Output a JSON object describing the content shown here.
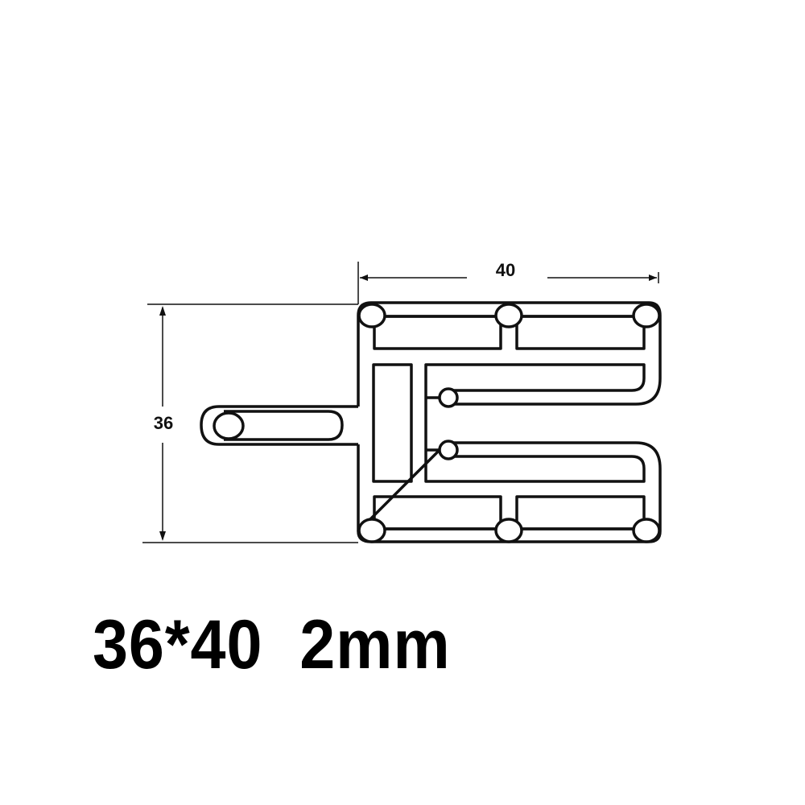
{
  "dimensions": {
    "width_label": "40",
    "height_label": "36"
  },
  "caption": "36*40  2mm",
  "colors": {
    "line": "#111111",
    "background": "#ffffff"
  }
}
